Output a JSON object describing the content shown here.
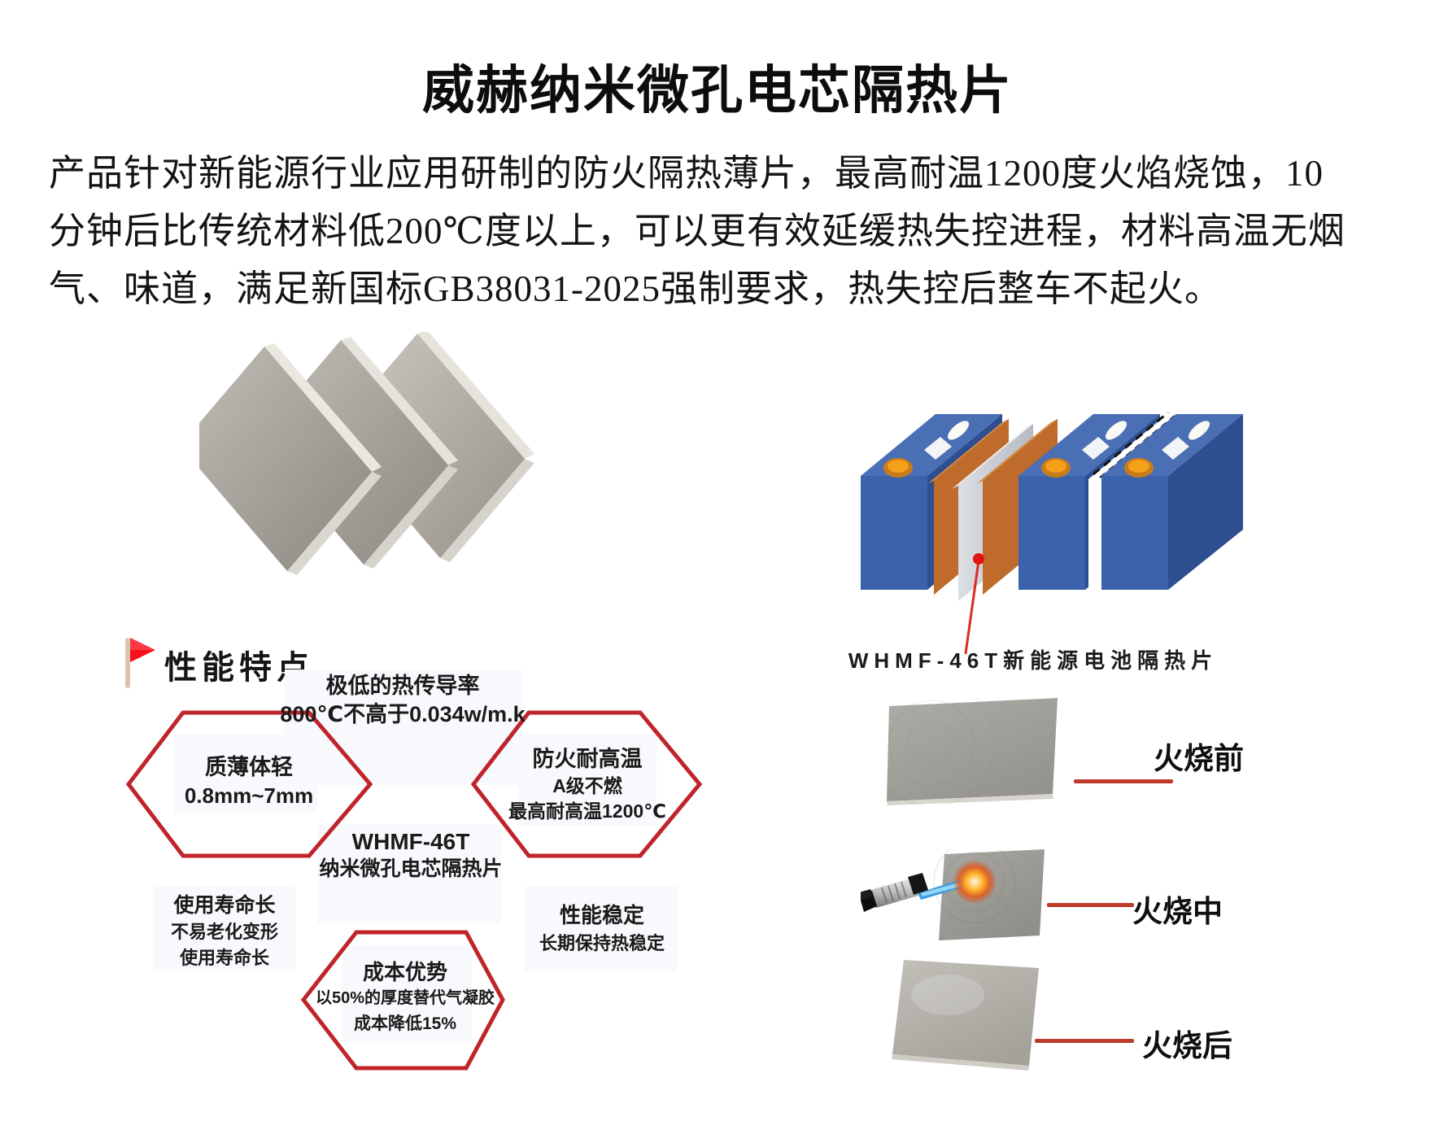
{
  "page": {
    "title": "威赫纳米微孔电芯隔热片"
  },
  "intro": {
    "lines": [
      "产品针对新能源行业应用研制的防火隔热薄片，最高耐温1200度火焰烧蚀，10",
      "分钟后比传统材料低200℃度以上，可以更有效延缓热失控进程，材料高温无烟",
      "气、味道，满足新国标GB38031-2025强制要求，热失控后整车不起火。"
    ]
  },
  "features": {
    "heading": "性能特点",
    "thermal": {
      "title": "极低的热传导率",
      "detail": "800℃不高于0.034w/m.k"
    },
    "thin": {
      "title": "质薄体轻",
      "detail": "0.8mm~7mm"
    },
    "fireproof": {
      "title": "防火耐高温",
      "detail1": "A级不燃",
      "detail2": "最高耐高温1200℃"
    },
    "product": {
      "model": "WHMF-46T",
      "name": "纳米微孔电芯隔热片"
    },
    "lifespan": {
      "title": "使用寿命长",
      "detail1": "不易老化变形",
      "detail2": "使用寿命长"
    },
    "stable": {
      "title": "性能稳定",
      "detail": "长期保持热稳定"
    },
    "cost": {
      "title": "成本优势",
      "detail1": "以50%的厚度替代气凝胶",
      "detail2": "成本降低15%"
    }
  },
  "battery": {
    "caption": "WHMF-46T新能源电池隔热片"
  },
  "fire_test": {
    "labels": [
      "火烧前",
      "火烧中",
      "火烧后"
    ]
  },
  "colors": {
    "accent_red": "#C0242B",
    "connector_red": "#BE3A2B",
    "flag_red": "#F5121D",
    "battery_blue": "#3B63AC",
    "battery_blue_dark": "#2D4F8F",
    "battery_blue_top": "#4A6FB5",
    "sheet_orange": "#BE6B2B",
    "sheet_gray": "#C9CDD4",
    "terminal_orange": "#F4A019"
  }
}
